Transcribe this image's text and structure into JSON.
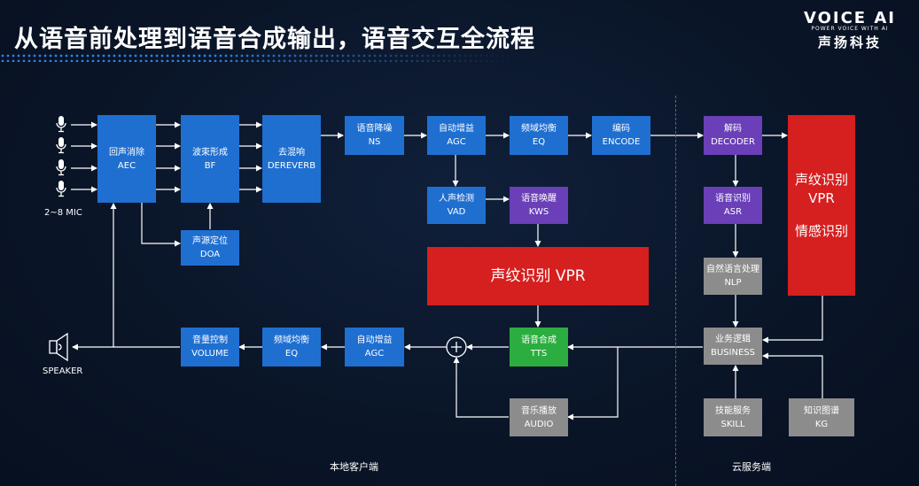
{
  "title": "从语音前处理到语音合成输出，语音交互全流程",
  "logo": {
    "name": "VOICE AI",
    "tagline": "POWER VOICE WITH AI",
    "cn": "声扬科技"
  },
  "labels": {
    "mic": "2~8 MIC",
    "speaker": "SPEAKER",
    "local": "本地客户端",
    "cloud": "云服务端"
  },
  "boxes": {
    "aec": {
      "cn": "回声消除",
      "en": "AEC"
    },
    "bf": {
      "cn": "波束形成",
      "en": "BF"
    },
    "doa": {
      "cn": "声源定位",
      "en": "DOA"
    },
    "dereverb": {
      "cn": "去混响",
      "en": "DEREVERB"
    },
    "ns": {
      "cn": "语音降噪",
      "en": "NS"
    },
    "agc": {
      "cn": "自动增益",
      "en": "AGC"
    },
    "eq": {
      "cn": "频域均衡",
      "en": "EQ"
    },
    "encode": {
      "cn": "编码",
      "en": "ENCODE"
    },
    "vad": {
      "cn": "人声检测",
      "en": "VAD"
    },
    "kws": {
      "cn": "语音唤醒",
      "en": "KWS"
    },
    "vpr_local": {
      "text": "声纹识别 VPR"
    },
    "tts": {
      "cn": "语音合成",
      "en": "TTS"
    },
    "audio": {
      "cn": "音乐播放",
      "en": "AUDIO"
    },
    "agc2": {
      "cn": "自动增益",
      "en": "AGC"
    },
    "eq2": {
      "cn": "频域均衡",
      "en": "EQ"
    },
    "volume": {
      "cn": "音量控制",
      "en": "VOLUME"
    },
    "decoder": {
      "cn": "解码",
      "en": "DECODER"
    },
    "asr": {
      "cn": "语音识别",
      "en": "ASR"
    },
    "nlp": {
      "cn": "自然语言处理",
      "en": "NLP"
    },
    "business": {
      "cn": "业务逻辑",
      "en": "BUSINESS"
    },
    "skill": {
      "cn": "技能服务",
      "en": "SKILL"
    },
    "kg": {
      "cn": "知识图谱",
      "en": "KG"
    },
    "vpr_cloud": {
      "line1": "声纹识别",
      "line2": "VPR",
      "line3": "情感识别"
    }
  },
  "colors": {
    "blue": "#1f6fd1",
    "purple": "#6a3fb7",
    "gray": "#8c8c8c",
    "green": "#2bae3f",
    "red": "#d61f1f",
    "background": "#0a1528"
  }
}
